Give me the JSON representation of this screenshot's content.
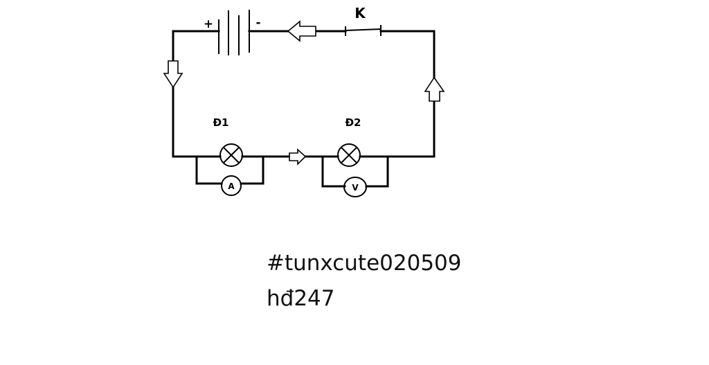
{
  "diagram": {
    "battery": {
      "plus_label": "+",
      "minus_label": "-"
    },
    "switch_label": "K",
    "lamp1_label": "Đ1",
    "lamp2_label": "Đ2",
    "ammeter_label": "A",
    "voltmeter_label": "V"
  },
  "caption": {
    "line1": "#tunxcute020509",
    "line2": "hđ247"
  }
}
